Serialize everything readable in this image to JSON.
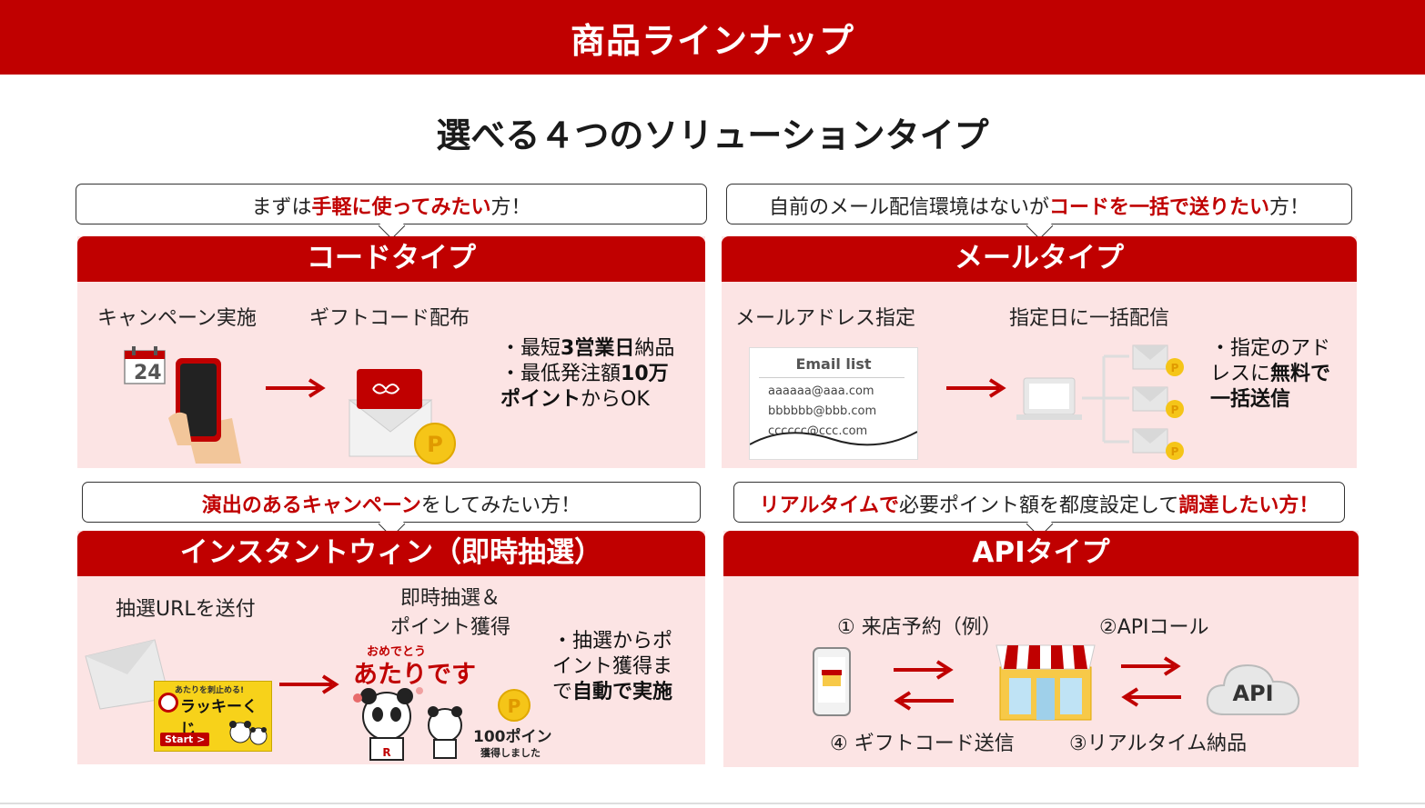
{
  "header": {
    "title": "商品ラインナップ"
  },
  "subtitle": "選べる４つのソリューションタイプ",
  "code_type": {
    "bubble": {
      "pre": "まずは",
      "highlight": "手軽に使ってみたい",
      "post": "方！"
    },
    "title": "コードタイプ",
    "step1": "キャンペーン実施",
    "step2": "ギフトコード配布",
    "calendar_day": "24",
    "note": {
      "l1a": "・最短",
      "l1b": "3営業日",
      "l1c": "納品",
      "l2a": "・最低発注額",
      "l2b": "10万",
      "l3a": "ポイント",
      "l3b": "からOK"
    }
  },
  "mail_type": {
    "bubble": {
      "pre": "自前のメール配信環境はないが",
      "highlight": "コードを一括で送りたい",
      "post": "方！"
    },
    "title": "メールタイプ",
    "step1": "メールアドレス指定",
    "step2": "指定日に一括配信",
    "email_list": {
      "title": "Email list",
      "e1": "aaaaaa@aaa.com",
      "e2": "bbbbbb@bbb.com",
      "e3": "cccccc@ccc.com"
    },
    "note": {
      "l1": "・指定のアド",
      "l2a": "レスに",
      "l2b": "無料で",
      "l3": "一括送信"
    }
  },
  "instant_win": {
    "bubble": {
      "highlight": "演出のあるキャンペーン",
      "post": "をしてみたい方！"
    },
    "title": "インスタントウィン（即時抽選）",
    "step1": "抽選URLを送付",
    "step2a": "即時抽選＆",
    "step2b": "ポイント獲得",
    "card": {
      "top": "あたりを刺止める!",
      "title": "ラッキーくじ",
      "start": "Start >"
    },
    "win": {
      "small": "おめでとう",
      "big": "あたりです",
      "points": "100ポイン",
      "got": "獲得しました"
    },
    "note": {
      "l1": "・抽選からポ",
      "l2": "イント獲得ま",
      "l3a": "で",
      "l3b": "自動で実施"
    }
  },
  "api_type": {
    "bubble": {
      "h1": "リアルタイムで",
      "mid": "必要ポイント額を都度設定して",
      "h2": "調達したい方！"
    },
    "title": "APIタイプ",
    "s1": "① 来店予約（例）",
    "s2": "②APIコール",
    "s3": "③リアルタイム納品",
    "s4": "④ ギフトコード送信",
    "cloud": "API"
  },
  "colors": {
    "brand": "#c00000",
    "panel_bg": "#fce4e4",
    "coin": "#f5c518"
  }
}
